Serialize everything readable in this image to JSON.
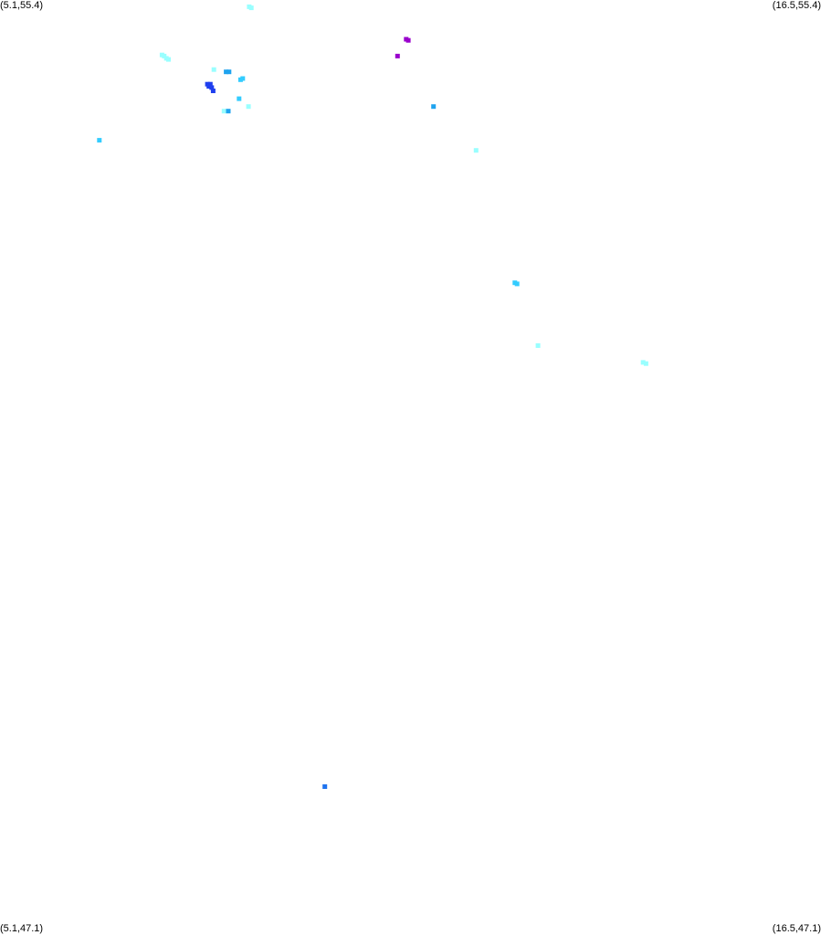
{
  "map": {
    "corners": {
      "top_left": "(5.1,55.4)",
      "top_right": "(16.5,55.4)",
      "bottom_left": "(5.1,47.1)",
      "bottom_right": "(16.5,47.1)"
    },
    "bounds": {
      "lon_min": 5.1,
      "lon_max": 16.5,
      "lat_min": 47.1,
      "lat_max": 55.4
    },
    "background_color": "#ffffff",
    "points": [
      {
        "lon": 8.56,
        "lat": 55.34,
        "color": "#99ffff"
      },
      {
        "lon": 8.59,
        "lat": 55.33,
        "color": "#99ffff"
      },
      {
        "lon": 10.74,
        "lat": 55.05,
        "color": "#9900cc"
      },
      {
        "lon": 10.77,
        "lat": 55.04,
        "color": "#9900cc"
      },
      {
        "lon": 10.62,
        "lat": 54.9,
        "color": "#9900cc"
      },
      {
        "lon": 7.35,
        "lat": 54.91,
        "color": "#99ffff"
      },
      {
        "lon": 7.38,
        "lat": 54.9,
        "color": "#99ffff"
      },
      {
        "lon": 7.41,
        "lat": 54.88,
        "color": "#99ffff"
      },
      {
        "lon": 7.44,
        "lat": 54.87,
        "color": "#99ffff"
      },
      {
        "lon": 8.07,
        "lat": 54.78,
        "color": "#99ffff"
      },
      {
        "lon": 8.24,
        "lat": 54.76,
        "color": "#1fa3ef"
      },
      {
        "lon": 8.28,
        "lat": 54.76,
        "color": "#1fa3ef"
      },
      {
        "lon": 8.44,
        "lat": 54.69,
        "color": "#33ccff"
      },
      {
        "lon": 8.47,
        "lat": 54.7,
        "color": "#33ccff"
      },
      {
        "lon": 7.98,
        "lat": 54.65,
        "color": "#1f3fef"
      },
      {
        "lon": 8.02,
        "lat": 54.65,
        "color": "#1f3fef"
      },
      {
        "lon": 8.0,
        "lat": 54.63,
        "color": "#1f3fef"
      },
      {
        "lon": 8.04,
        "lat": 54.62,
        "color": "#1f3fef"
      },
      {
        "lon": 8.06,
        "lat": 54.59,
        "color": "#1f3fef"
      },
      {
        "lon": 8.42,
        "lat": 54.52,
        "color": "#33ccff"
      },
      {
        "lon": 8.55,
        "lat": 54.45,
        "color": "#99ffff"
      },
      {
        "lon": 11.12,
        "lat": 54.45,
        "color": "#1fa3ef"
      },
      {
        "lon": 8.21,
        "lat": 54.41,
        "color": "#99ffff"
      },
      {
        "lon": 8.27,
        "lat": 54.41,
        "color": "#1fa3ef"
      },
      {
        "lon": 6.48,
        "lat": 54.15,
        "color": "#33ccff"
      },
      {
        "lon": 11.71,
        "lat": 54.06,
        "color": "#99ffff"
      },
      {
        "lon": 12.25,
        "lat": 52.88,
        "color": "#33ccff"
      },
      {
        "lon": 12.28,
        "lat": 52.87,
        "color": "#33ccff"
      },
      {
        "lon": 12.57,
        "lat": 52.32,
        "color": "#99ffff"
      },
      {
        "lon": 14.03,
        "lat": 52.17,
        "color": "#99ffff"
      },
      {
        "lon": 14.07,
        "lat": 52.16,
        "color": "#99ffff"
      },
      {
        "lon": 9.61,
        "lat": 48.39,
        "color": "#1f73ef"
      }
    ]
  }
}
